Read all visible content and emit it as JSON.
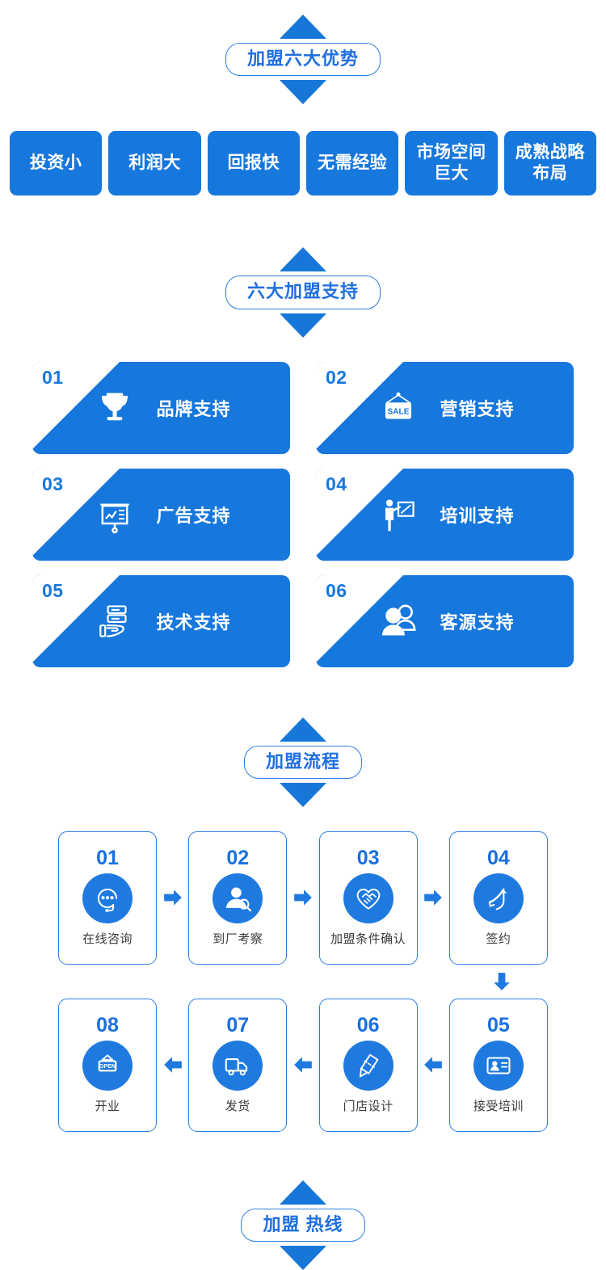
{
  "sections": {
    "advantages_title": "加盟六大优势",
    "support_title": "六大加盟支持",
    "process_title": "加盟流程",
    "hotline_title": "加盟 热线"
  },
  "colors": {
    "brand_blue": "#1677dd",
    "pill_blue": "#1f6fe0",
    "arrow_blue": "#1677d8",
    "card_blue": "#1f7ae0",
    "label_gray": "#3a3a3a"
  },
  "advantages": [
    {
      "line1": "投资小",
      "line2": ""
    },
    {
      "line1": "利润大",
      "line2": ""
    },
    {
      "line1": "回报快",
      "line2": ""
    },
    {
      "line1": "无需经验",
      "line2": ""
    },
    {
      "line1": "市场空间",
      "line2": "巨大"
    },
    {
      "line1": "成熟战略",
      "line2": "布局"
    }
  ],
  "supports": [
    {
      "num": "01",
      "label": "品牌支持",
      "icon": "trophy-icon"
    },
    {
      "num": "02",
      "label": "营销支持",
      "icon": "sale-sign-icon",
      "icon_text": "SALE"
    },
    {
      "num": "03",
      "label": "广告支持",
      "icon": "presentation-chart-icon"
    },
    {
      "num": "04",
      "label": "培训支持",
      "icon": "trainer-whiteboard-icon"
    },
    {
      "num": "05",
      "label": "技术支持",
      "icon": "hand-server-icon"
    },
    {
      "num": "06",
      "label": "客源支持",
      "icon": "two-users-icon"
    }
  ],
  "process_row1": [
    {
      "num": "01",
      "label": "在线咨询",
      "icon": "headset-chat-icon"
    },
    {
      "num": "02",
      "label": "到厂考察",
      "icon": "person-search-icon"
    },
    {
      "num": "03",
      "label": "加盟条件确认",
      "icon": "handshake-heart-icon"
    },
    {
      "num": "04",
      "label": "签约",
      "icon": "sign-contract-icon"
    }
  ],
  "process_row2": [
    {
      "num": "08",
      "label": "开业",
      "icon": "open-sign-icon",
      "icon_text": "OPEN"
    },
    {
      "num": "07",
      "label": "发货",
      "icon": "truck-icon"
    },
    {
      "num": "06",
      "label": "门店设计",
      "icon": "pencil-ruler-icon"
    },
    {
      "num": "05",
      "label": "接受培训",
      "icon": "training-card-icon"
    }
  ]
}
